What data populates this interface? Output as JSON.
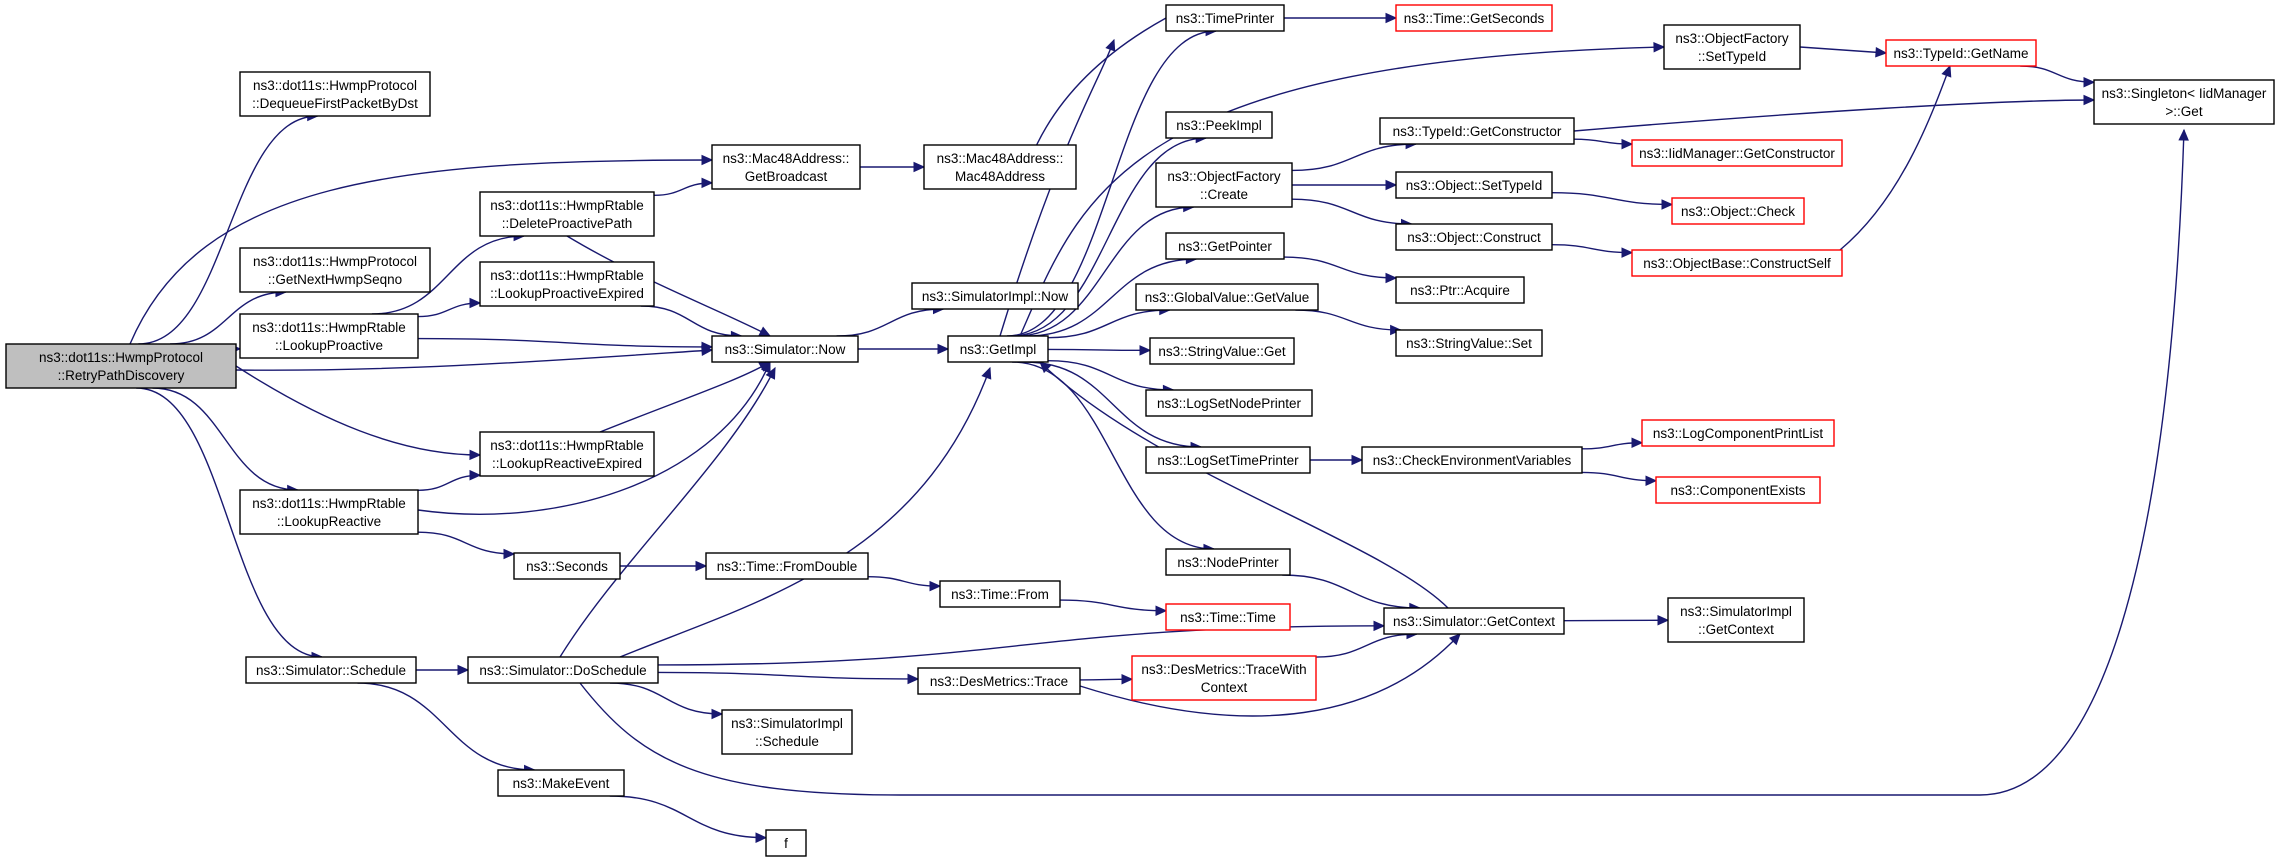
{
  "colors": {
    "edge": "#191970",
    "normal_border": "#000000",
    "truncated_border": "#ff0000",
    "root_fill": "#bfbfbf",
    "node_fill": "#ffffff"
  },
  "nodes": {
    "retry": {
      "lines": [
        "ns3::dot11s::HwmpProtocol",
        "::RetryPathDiscovery"
      ],
      "root": true
    },
    "dequeue": {
      "lines": [
        "ns3::dot11s::HwmpProtocol",
        "::DequeueFirstPacketByDst"
      ]
    },
    "getnexthwmp": {
      "lines": [
        "ns3::dot11s::HwmpProtocol",
        "::GetNextHwmpSeqno"
      ]
    },
    "lookupproactive": {
      "lines": [
        "ns3::dot11s::HwmpRtable",
        "::LookupProactive"
      ]
    },
    "lookupreactive": {
      "lines": [
        "ns3::dot11s::HwmpRtable",
        "::LookupReactive"
      ]
    },
    "schedule": {
      "lines": [
        "ns3::Simulator::Schedule"
      ]
    },
    "deleteproactive": {
      "lines": [
        "ns3::dot11s::HwmpRtable",
        "::DeleteProactivePath"
      ]
    },
    "lookupproexp": {
      "lines": [
        "ns3::dot11s::HwmpRtable",
        "::LookupProactiveExpired"
      ]
    },
    "lookupreexp": {
      "lines": [
        "ns3::dot11s::HwmpRtable",
        "::LookupReactiveExpired"
      ]
    },
    "seconds": {
      "lines": [
        "ns3::Seconds"
      ]
    },
    "doschedule": {
      "lines": [
        "ns3::Simulator::DoSchedule"
      ]
    },
    "makeevent": {
      "lines": [
        "ns3::MakeEvent"
      ]
    },
    "getbroadcast": {
      "lines": [
        "ns3::Mac48Address::",
        "GetBroadcast"
      ]
    },
    "now": {
      "lines": [
        "ns3::Simulator::Now"
      ]
    },
    "fromdouble": {
      "lines": [
        "ns3::Time::FromDouble"
      ]
    },
    "simimplschedule": {
      "lines": [
        "ns3::SimulatorImpl",
        "::Schedule"
      ]
    },
    "f": {
      "lines": [
        "f"
      ]
    },
    "mac48": {
      "lines": [
        "ns3::Mac48Address::",
        "Mac48Address"
      ]
    },
    "simimplnow": {
      "lines": [
        "ns3::SimulatorImpl::Now"
      ]
    },
    "getimpl": {
      "lines": [
        "ns3::GetImpl"
      ]
    },
    "timefrom": {
      "lines": [
        "ns3::Time::From"
      ]
    },
    "destrace": {
      "lines": [
        "ns3::DesMetrics::Trace"
      ]
    },
    "timeprinter": {
      "lines": [
        "ns3::TimePrinter"
      ]
    },
    "peekimpl": {
      "lines": [
        "ns3::PeekImpl"
      ]
    },
    "ofcreate": {
      "lines": [
        "ns3::ObjectFactory",
        "::Create"
      ]
    },
    "getpointer": {
      "lines": [
        "ns3::GetPointer"
      ]
    },
    "gvgetvalue": {
      "lines": [
        "ns3::GlobalValue::GetValue"
      ]
    },
    "svget": {
      "lines": [
        "ns3::StringValue::Get"
      ]
    },
    "lognodeprinter": {
      "lines": [
        "ns3::LogSetNodePrinter"
      ]
    },
    "logtimeprinter": {
      "lines": [
        "ns3::LogSetTimePrinter"
      ]
    },
    "nodeprinter": {
      "lines": [
        "ns3::NodePrinter"
      ]
    },
    "timetime": {
      "lines": [
        "ns3::Time::Time"
      ],
      "truncated": true
    },
    "tracewithctx": {
      "lines": [
        "ns3::DesMetrics::TraceWith",
        "Context"
      ],
      "truncated": true
    },
    "getseconds": {
      "lines": [
        "ns3::Time::GetSeconds"
      ],
      "truncated": true
    },
    "tidgetctor": {
      "lines": [
        "ns3::TypeId::GetConstructor"
      ]
    },
    "objsettypeid": {
      "lines": [
        "ns3::Object::SetTypeId"
      ]
    },
    "objconstruct": {
      "lines": [
        "ns3::Object::Construct"
      ]
    },
    "ptracquire": {
      "lines": [
        "ns3::Ptr::Acquire"
      ]
    },
    "svset": {
      "lines": [
        "ns3::StringValue::Set"
      ]
    },
    "checkenv": {
      "lines": [
        "ns3::CheckEnvironmentVariables"
      ]
    },
    "getcontext": {
      "lines": [
        "ns3::Simulator::GetContext"
      ]
    },
    "ofsettypeid": {
      "lines": [
        "ns3::ObjectFactory",
        "::SetTypeId"
      ]
    },
    "iidgetctor": {
      "lines": [
        "ns3::IidManager::GetConstructor"
      ],
      "truncated": true
    },
    "objcheck": {
      "lines": [
        "ns3::Object::Check"
      ],
      "truncated": true
    },
    "constructself": {
      "lines": [
        "ns3::ObjectBase::ConstructSelf"
      ],
      "truncated": true
    },
    "logprintlist": {
      "lines": [
        "ns3::LogComponentPrintList"
      ],
      "truncated": true
    },
    "compexists": {
      "lines": [
        "ns3::ComponentExists"
      ],
      "truncated": true
    },
    "simimplgetctx": {
      "lines": [
        "ns3::SimulatorImpl",
        "::GetContext"
      ]
    },
    "tidgetname": {
      "lines": [
        "ns3::TypeId::GetName"
      ],
      "truncated": true
    },
    "singleton": {
      "lines": [
        "ns3::Singleton< IidManager",
        " >::Get"
      ]
    }
  },
  "edges": [
    [
      "retry",
      "dequeue"
    ],
    [
      "retry",
      "getbroadcast"
    ],
    [
      "retry",
      "getnexthwmp"
    ],
    [
      "retry",
      "lookupproactive"
    ],
    [
      "retry",
      "now"
    ],
    [
      "retry",
      "lookupreexp"
    ],
    [
      "retry",
      "lookupreactive"
    ],
    [
      "retry",
      "schedule"
    ],
    [
      "lookupproactive",
      "deleteproactive"
    ],
    [
      "lookupproactive",
      "lookupproexp"
    ],
    [
      "lookupproactive",
      "now"
    ],
    [
      "lookupreactive",
      "lookupreexp"
    ],
    [
      "lookupreactive",
      "now"
    ],
    [
      "lookupreactive",
      "seconds"
    ],
    [
      "deleteproactive",
      "getbroadcast"
    ],
    [
      "deleteproactive",
      "now"
    ],
    [
      "lookupproexp",
      "now"
    ],
    [
      "lookupreexp",
      "now"
    ],
    [
      "getbroadcast",
      "mac48"
    ],
    [
      "now",
      "simimplnow"
    ],
    [
      "now",
      "getimpl"
    ],
    [
      "seconds",
      "fromdouble"
    ],
    [
      "fromdouble",
      "timefrom"
    ],
    [
      "timefrom",
      "timetime"
    ],
    [
      "schedule",
      "doschedule"
    ],
    [
      "schedule",
      "makeevent"
    ],
    [
      "makeevent",
      "f"
    ],
    [
      "doschedule",
      "now"
    ],
    [
      "doschedule",
      "getimpl"
    ],
    [
      "doschedule",
      "destrace"
    ],
    [
      "doschedule",
      "simimplschedule"
    ],
    [
      "doschedule",
      "getcontext"
    ],
    [
      "doschedule",
      "singleton"
    ],
    [
      "destrace",
      "tracewithctx"
    ],
    [
      "destrace",
      "getcontext"
    ],
    [
      "tracewithctx",
      "getcontext"
    ],
    [
      "getimpl",
      "timeprinter"
    ],
    [
      "getimpl",
      "peekimpl"
    ],
    [
      "getimpl",
      "ofcreate"
    ],
    [
      "getimpl",
      "getpointer"
    ],
    [
      "getimpl",
      "gvgetvalue"
    ],
    [
      "getimpl",
      "svget"
    ],
    [
      "getimpl",
      "lognodeprinter"
    ],
    [
      "getimpl",
      "logtimeprinter"
    ],
    [
      "getimpl",
      "nodeprinter"
    ],
    [
      "getimpl",
      "ofsettypeid"
    ],
    [
      "getimpl",
      "now"
    ],
    [
      "timeprinter",
      "getseconds"
    ],
    [
      "timeprinter",
      "now"
    ],
    [
      "nodeprinter",
      "getcontext"
    ],
    [
      "getcontext",
      "getimpl"
    ],
    [
      "getcontext",
      "simimplgetctx"
    ],
    [
      "ofcreate",
      "tidgetctor"
    ],
    [
      "ofcreate",
      "objsettypeid"
    ],
    [
      "ofcreate",
      "objconstruct"
    ],
    [
      "getpointer",
      "ptracquire"
    ],
    [
      "gvgetvalue",
      "svset"
    ],
    [
      "logtimeprinter",
      "checkenv"
    ],
    [
      "checkenv",
      "logprintlist"
    ],
    [
      "checkenv",
      "compexists"
    ],
    [
      "tidgetctor",
      "iidgetctor"
    ],
    [
      "tidgetctor",
      "singleton"
    ],
    [
      "objsettypeid",
      "objcheck"
    ],
    [
      "objconstruct",
      "constructself"
    ],
    [
      "constructself",
      "tidgetname"
    ],
    [
      "ofsettypeid",
      "tidgetname"
    ],
    [
      "tidgetname",
      "singleton"
    ]
  ]
}
